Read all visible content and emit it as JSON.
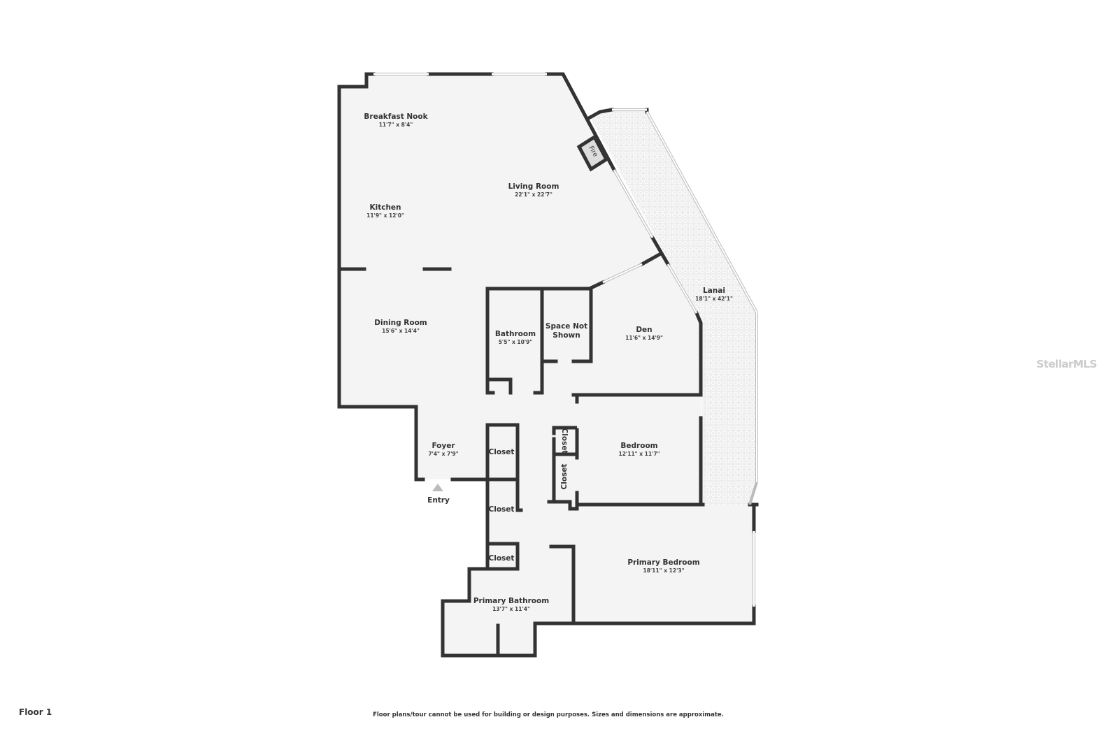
{
  "floor": "Floor 1",
  "disclaimer": "Floor plans/tour cannot be used for building or design purposes. Sizes and dimensions are approximate.",
  "watermark": "StellarMLS",
  "entry_label": "Entry",
  "fireplace_label": "Fire",
  "rooms": [
    {
      "name": "Breakfast Nook",
      "dims": "11'7\" x 8'4\""
    },
    {
      "name": "Living Room",
      "dims": "22'1\" x 22'7\""
    },
    {
      "name": "Kitchen",
      "dims": "11'9\" x 12'0\""
    },
    {
      "name": "Dining Room",
      "dims": "15'6\" x 14'4\""
    },
    {
      "name": "Bathroom",
      "dims": "5'5\" x 10'9\""
    },
    {
      "name": "Space Not",
      "dims": "Shown"
    },
    {
      "name": "Den",
      "dims": "11'6\" x 14'9\""
    },
    {
      "name": "Lanai",
      "dims": "18'1\" x 42'1\""
    },
    {
      "name": "Foyer",
      "dims": "7'4\" x 7'9\""
    },
    {
      "name": "Bedroom",
      "dims": "12'11\" x 11'7\""
    },
    {
      "name": "Primary Bedroom",
      "dims": "18'11\" x 12'3\""
    },
    {
      "name": "Primary Bathroom",
      "dims": "13'7\" x 11'4\""
    }
  ],
  "closets": [
    "Closet",
    "Closet",
    "Closet",
    "Closet",
    "Closet"
  ],
  "colors": {
    "wall": "#333333",
    "floor": "#f4f4f4",
    "lanai": "#eeeeee"
  }
}
